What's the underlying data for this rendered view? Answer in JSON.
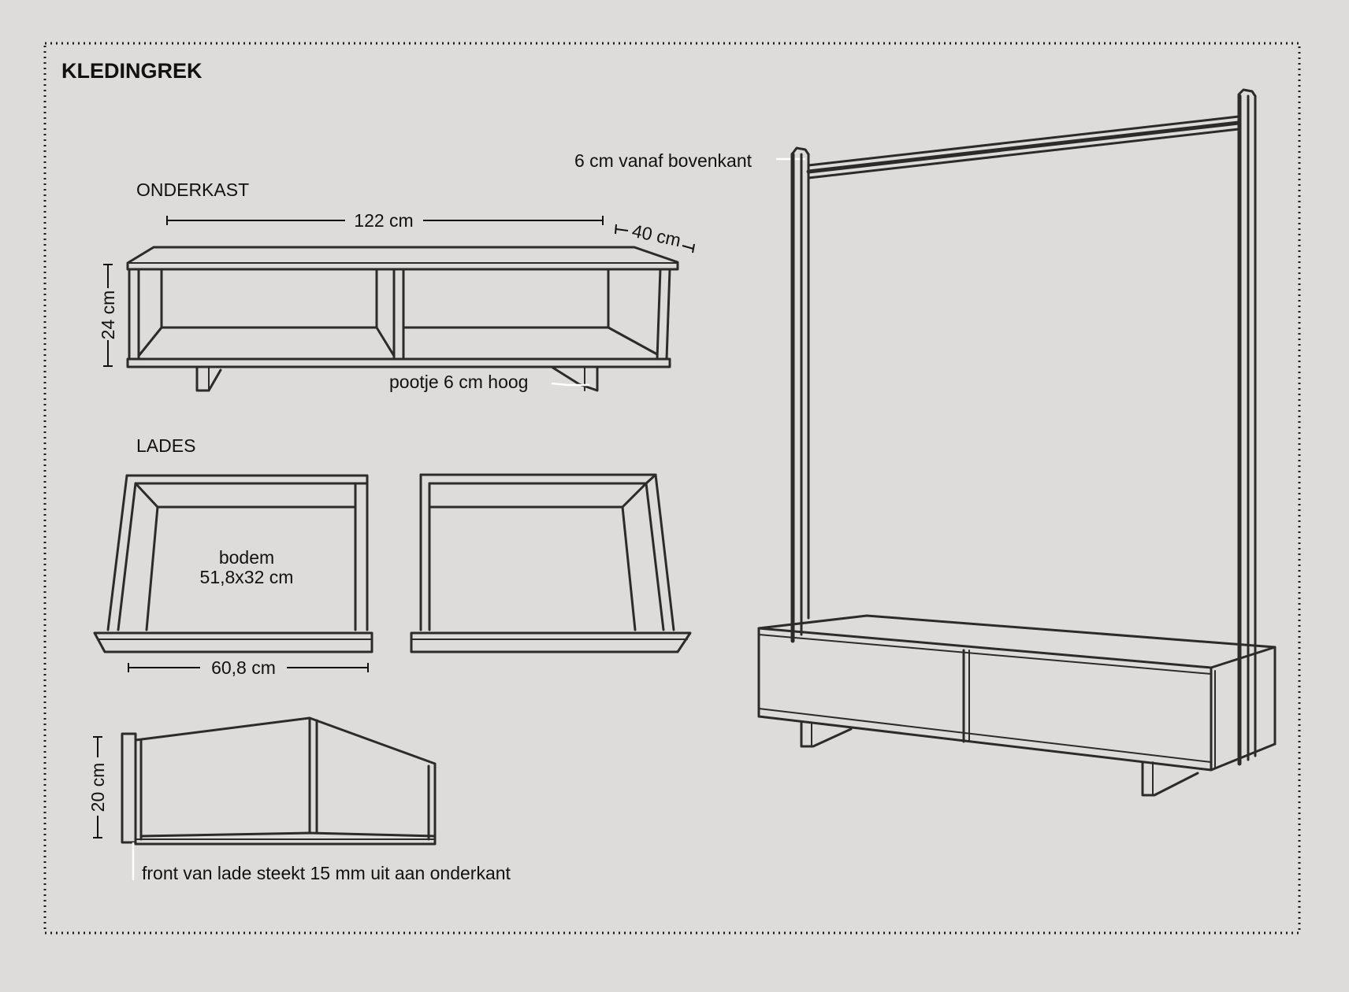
{
  "title": "KLEDINGREK",
  "sections": {
    "onderkast": "ONDERKAST",
    "lades": "LADES"
  },
  "dimensions": {
    "width_122": "122 cm",
    "depth_40": "40 cm",
    "height_24": "24 cm",
    "drawer_width": "60,8 cm",
    "drawer_height": "20 cm"
  },
  "annotations": {
    "pootje": "pootje 6 cm hoog",
    "bodem_line1": "bodem",
    "bodem_line2": "51,8x32 cm",
    "front": "front van lade steekt 15 mm uit aan onderkant",
    "rail": "6 cm vanaf bovenkant"
  },
  "colors": {
    "background": "#dddcda",
    "ink": "#2b2b2b",
    "text": "#111111",
    "leader": "#ffffff"
  }
}
